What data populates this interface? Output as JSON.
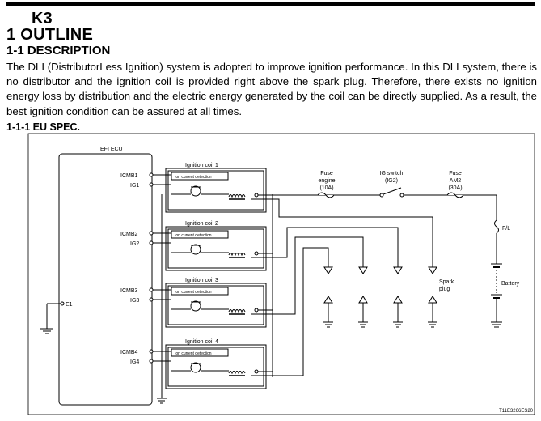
{
  "header": {
    "code": "K3",
    "title": "1 OUTLINE",
    "section": "1-1  DESCRIPTION",
    "paragraph": "The DLI (DistributorLess Ignition) system is adopted to improve ignition performance. In this DLI system, there is no distributor and the ignition coil is provided right above the spark plug. Therefore, there exists no ignition energy loss by distribution and the electric energy generated by the coil can be directly supplied. As a result, the best ignition condition can be assured at all times.",
    "subsection": "1-1-1  EU SPEC."
  },
  "diagram": {
    "ecu_label": "EFI ECU",
    "ground_pin": "E1",
    "coils": [
      {
        "title": "Ignition coil 1",
        "detect": "Ion current detection",
        "pin_icmb": "ICMB1",
        "pin_ig": "IG1"
      },
      {
        "title": "Ignition coil 2",
        "detect": "Ion current detection",
        "pin_icmb": "ICMB2",
        "pin_ig": "IG2"
      },
      {
        "title": "Ignition coil 3",
        "detect": "Ion current detection",
        "pin_icmb": "ICMB3",
        "pin_ig": "IG3"
      },
      {
        "title": "Ignition coil 4",
        "detect": "Ion current detection",
        "pin_icmb": "ICMB4",
        "pin_ig": "IG4"
      }
    ],
    "fuse_engine": {
      "line1": "Fuse",
      "line2": "engine",
      "line3": "(10A)"
    },
    "ig_switch": {
      "line1": "IG switch",
      "line2": "(IG2)"
    },
    "fuse_am2": {
      "line1": "Fuse",
      "line2": "AM2",
      "line3": "(30A)"
    },
    "fusible_link": "F/L",
    "spark_plug": {
      "line1": "Spark",
      "line2": "plug"
    },
    "battery": "Battery",
    "figure_code": "T11E3266ES20"
  }
}
